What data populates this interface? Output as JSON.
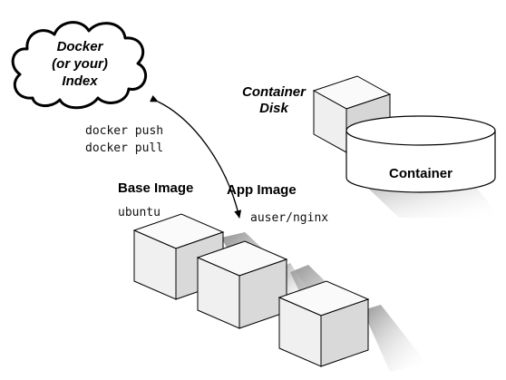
{
  "registry": {
    "line1": "Docker",
    "line2": "(or your)",
    "line3": "Index"
  },
  "commands": {
    "push": "docker push",
    "pull": "docker pull"
  },
  "container_disk": {
    "line1": "Container",
    "line2": "Disk"
  },
  "container": {
    "label": "Container"
  },
  "base_image": {
    "title": "Base Image",
    "name": "ubuntu"
  },
  "app_image": {
    "title": "App Image",
    "name": "auser/nginx"
  },
  "colors": {
    "stroke": "#000000",
    "cube_front": "#f2f2f2",
    "cube_top": "#fafafa",
    "cube_side": "#d9d9d9",
    "shadow": "#8a8a8a"
  }
}
